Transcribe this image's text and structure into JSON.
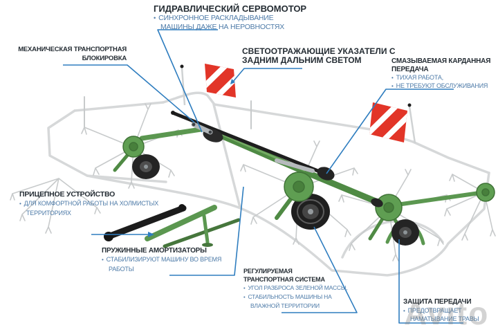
{
  "watermark": "Avito",
  "colors": {
    "leader_line": "#2e7dbf",
    "title_text": "#242c33",
    "bullet_text": "#4e7ba8",
    "machine_green": "#5f9e52",
    "warning_red": "#e23528",
    "guard_tube_gray": "#d6d8d9"
  },
  "labels": {
    "hydraulic": {
      "title": "ГИДРАВЛИЧЕСКИЙ СЕРВОМОТОР",
      "b1": "СИНХРОННОЕ РАСКЛАДЫВАНИЕ",
      "b2": "МАШИНЫ ДАЖЕ НА НЕРОВНОСТЯХ"
    },
    "mechanical": {
      "t1": "МЕХАНИЧЕСКАЯ ТРАНСПОРТНАЯ",
      "t2": "БЛОКИРОВКА"
    },
    "reflectors": {
      "t1": "СВЕТООТРАЖАЮЩИЕ УКАЗАТЕЛИ С",
      "t2": "ЗАДНИМ ДАЛЬНИМ СВЕТОМ"
    },
    "driveline": {
      "t1": "СМАЗЫВАЕМАЯ КАРДАННАЯ",
      "t2": "ПЕРЕДАЧА",
      "b1": "ТИХАЯ РАБОТА,",
      "b2": "НЕ ТРЕБУЮТ ОБСЛУЖИВАНИЯ"
    },
    "hitch": {
      "title": "ПРИЦЕПНОЕ УСТРОЙСТВО",
      "b1": "ДЛЯ КОМФОРТНОЙ РАБОТЫ НА ХОЛМИСТЫХ",
      "b1b": "ТЕРРИТОРИЯХ"
    },
    "springs": {
      "title": "ПРУЖИННЫЕ АМОРТИЗАТОРЫ",
      "b1": "СТАБИЛИЗИРУЮТ МАШИНУ ВО ВРЕМЯ",
      "b1b": "РАБОТЫ"
    },
    "transport": {
      "t1": "РЕГУЛИРУЕМАЯ",
      "t2": "ТРАНСПОРТНАЯ СИСТЕМА",
      "b1": "УГОЛ РАЗБРОСА ЗЕЛЕНОЙ МАССЫ,",
      "b2": "СТАБИЛЬНОСТЬ МАШИНЫ НА",
      "b2b": "ВЛАЖНОЙ ТЕРРИТОРИИ"
    },
    "protection": {
      "title": "ЗАЩИТА ПЕРЕДАЧИ",
      "b1": "ПРЕДОТВРАЩАЕТ",
      "b1b": "НАМАТЫВАНИЕ ТРАВЫ"
    }
  }
}
